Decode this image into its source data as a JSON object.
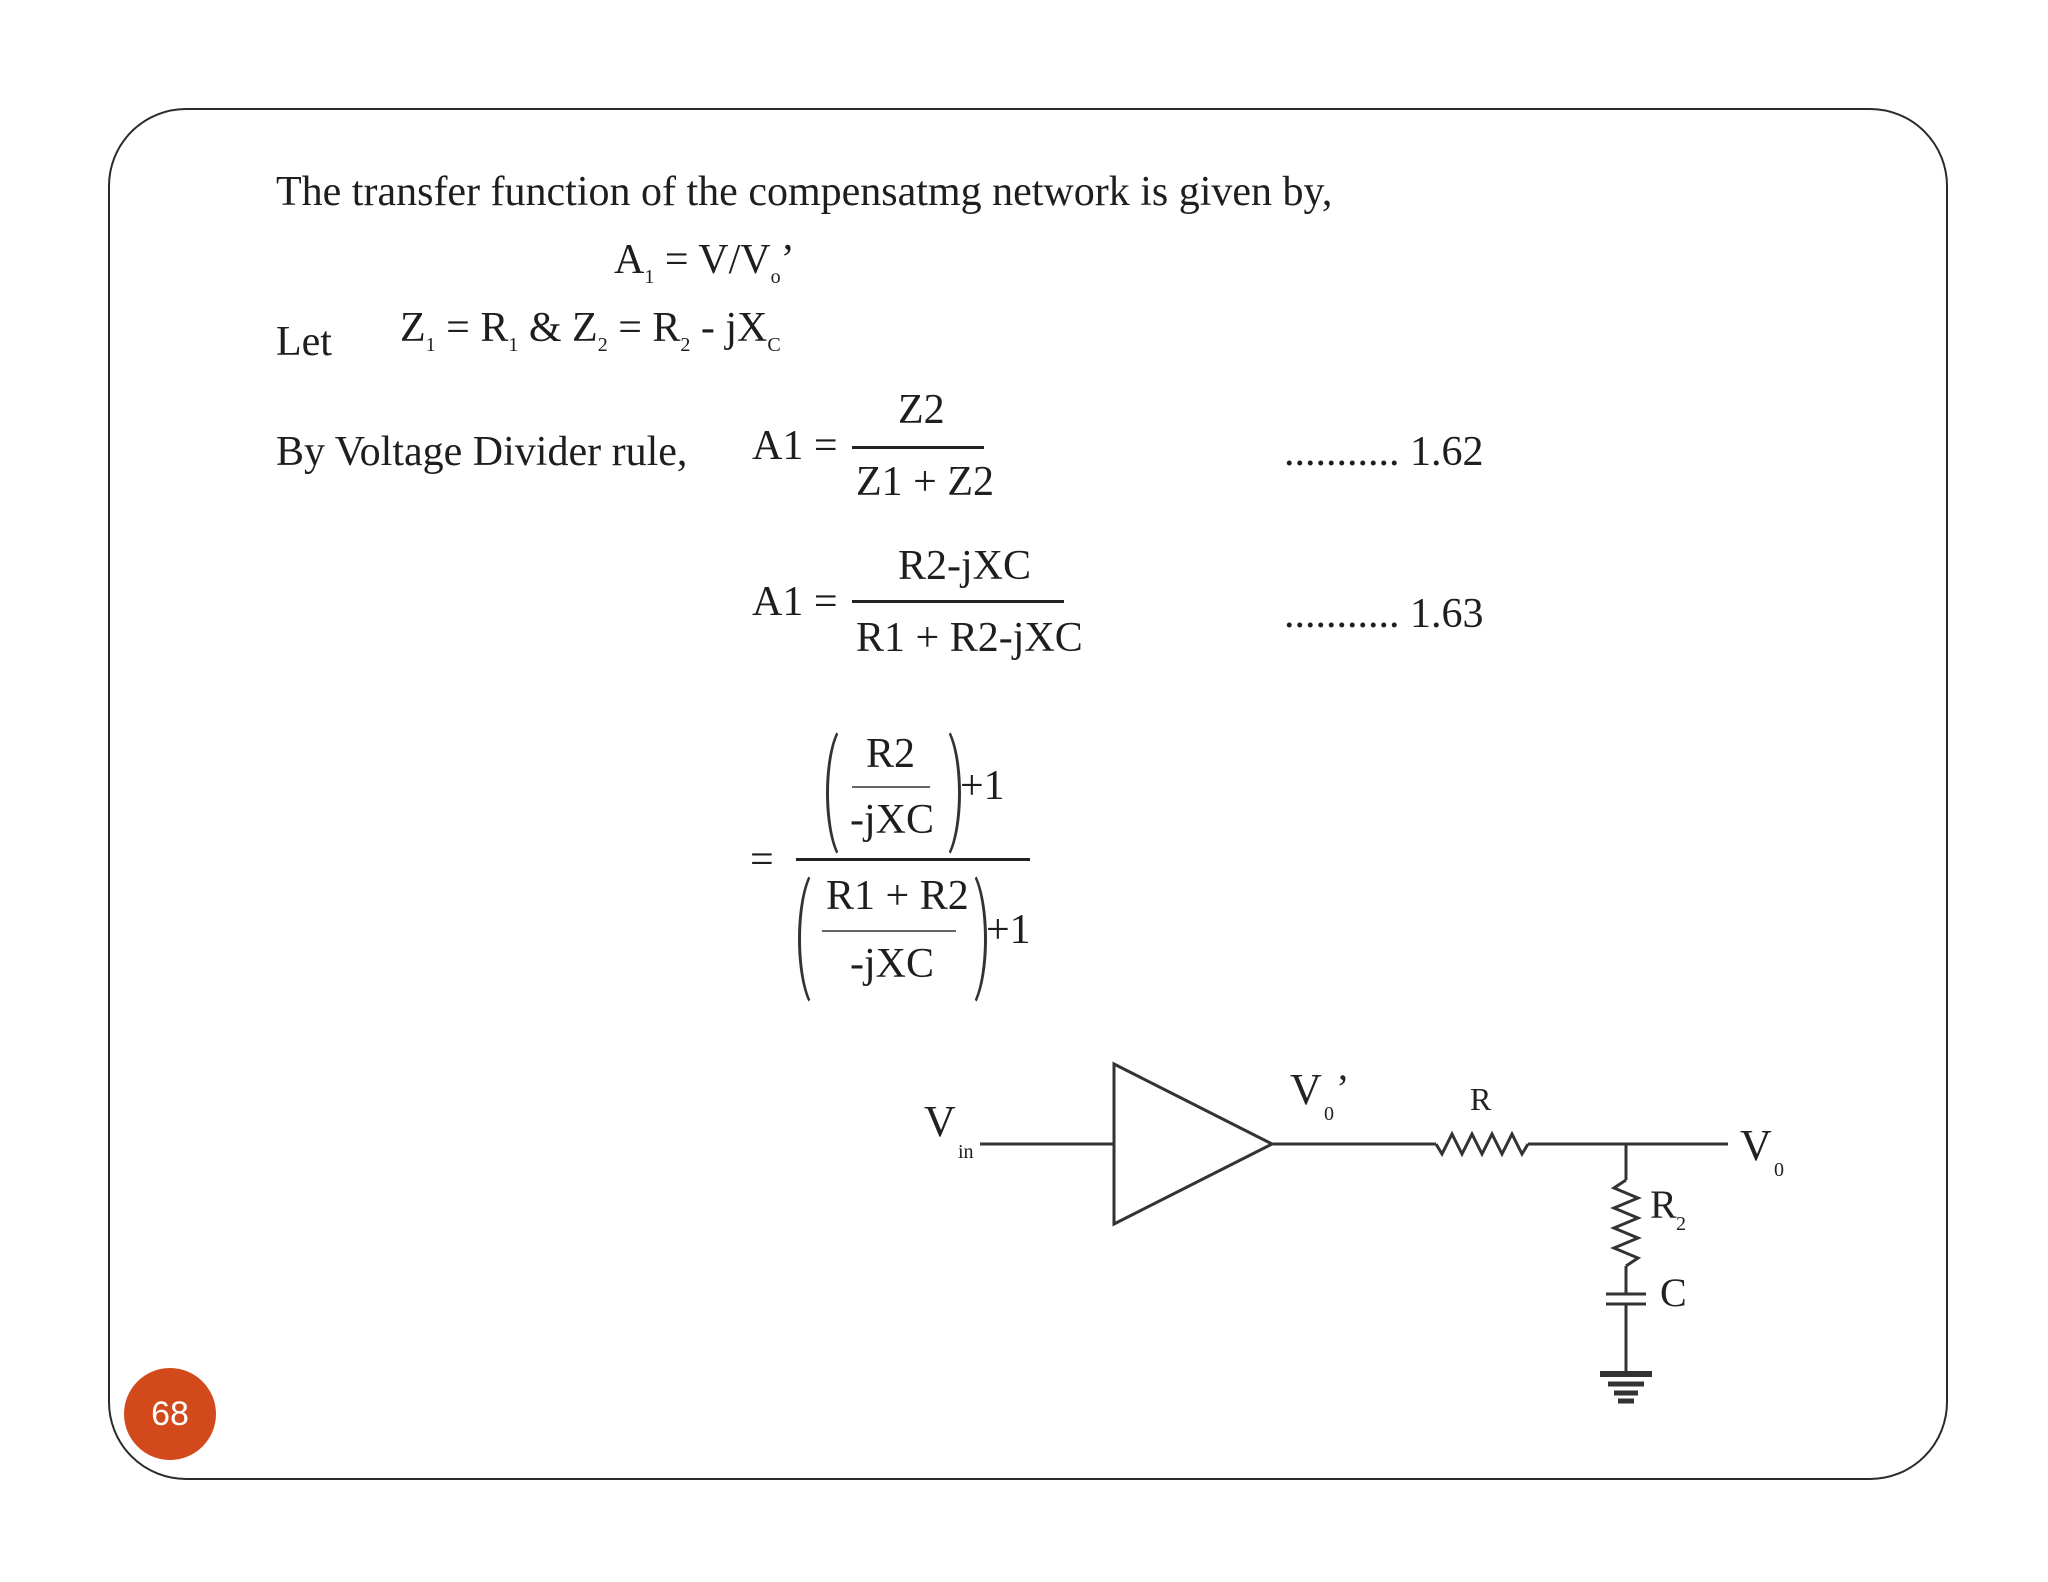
{
  "slide": {
    "page_number": "68",
    "accent_color": "#d24a1b"
  },
  "intro": "The transfer function of the compensatmg network is given by,",
  "eq_a1": {
    "lhs": "A",
    "lhs_sub": "1",
    "rhs": "= V/V",
    "rhs_sub": "o",
    "rhs_tail": "’"
  },
  "let_line": {
    "label": "Let",
    "z1": "Z",
    "z1_sub": "1",
    "eq1": " = R",
    "eq1_sub": "1",
    "amp": " & Z",
    "z2_sub": "2",
    "eq2": " = R",
    "eq2_sub": "2",
    "tail": " - jX",
    "tail_sub": "C"
  },
  "vdr": {
    "label": "By Voltage Divider rule,",
    "lhs": "A1 =",
    "numerator": "Z2",
    "denominator": "Z1 + Z2",
    "ref": "........... 1.62"
  },
  "eq163": {
    "lhs": "A1 =",
    "numerator": "R2-jXC",
    "denominator": "R1 + R2-jXC",
    "ref": "........... 1.63"
  },
  "eq_nested": {
    "equals": "=",
    "top_num": "R2",
    "top_den": "-jXC",
    "top_plus": "+1",
    "bot_num": "R1 + R2",
    "bot_den": "-jXC",
    "bot_plus": "+1"
  },
  "circuit": {
    "vin": "V",
    "vin_sub": "in",
    "vo_prime": "V",
    "vo_prime_sub": "0",
    "vo_prime_tail": "’",
    "r": "R",
    "vo": "V",
    "vo_sub": "0",
    "r2": "R",
    "r2_sub": "2",
    "c": "C"
  }
}
